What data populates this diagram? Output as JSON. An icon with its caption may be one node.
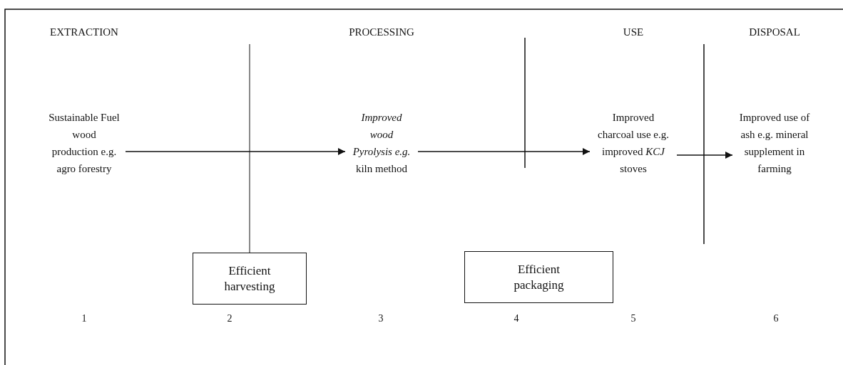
{
  "diagram": {
    "nodes": [
      {
        "text": [
          "Sustainable Fuel wood production e.g. agro forestry"
        ]
      },
      {
        "text": [
          "*Improved wood Pyrolysis e.g.* kiln method"
        ]
      },
      {
        "text": [
          "Improved charcoal use e.g. improved *KCJ* stoves"
        ]
      },
      {
        "text": [
          "Improved use of ash e.g. mineral supplement in farming"
        ]
      },
      {
        "text": [
          "Efficient harvesting"
        ]
      },
      {
        "text": [
          "Efficient packaging"
        ]
      }
    ],
    "edges": [
      {
        "from": 0,
        "to": 1,
        "arrow": "to"
      },
      {
        "from": 1,
        "to": 2,
        "arrow": "to"
      },
      {
        "from": 2,
        "to": 3,
        "arrow": "to"
      }
    ],
    "labels": [
      "EXTRACTION",
      "PROCESSING",
      "USE",
      "DISPOSAL",
      "1",
      "2",
      "3",
      "4",
      "5",
      "6"
    ]
  }
}
